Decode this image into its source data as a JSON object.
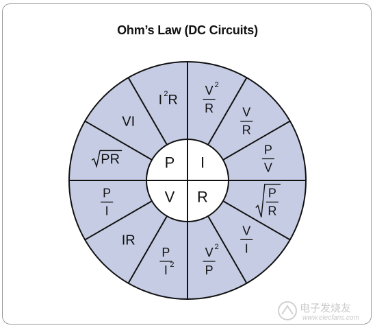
{
  "title": "Ohm’s Law (DC Circuits)",
  "colors": {
    "segment_fill": "#c5cce3",
    "center_fill": "#ffffff",
    "line": "#111111",
    "watermark": "#c9c9c9"
  },
  "center": {
    "P": "P",
    "I": "I",
    "V": "V",
    "R": "R"
  },
  "segments": [
    {
      "id": "V2-over-R",
      "num": "V",
      "num_sup": "2",
      "den": "R"
    },
    {
      "id": "V-over-R",
      "num": "V",
      "den": "R"
    },
    {
      "id": "P-over-V",
      "num": "P",
      "den": "V"
    },
    {
      "id": "sqrt-P-over-R",
      "sqrt": true,
      "num": "P",
      "den": "R"
    },
    {
      "id": "V-over-I",
      "num": "V",
      "den": "I"
    },
    {
      "id": "V2-over-P",
      "num": "V",
      "num_sup": "2",
      "den": "P"
    },
    {
      "id": "P-over-I2",
      "num": "P",
      "den": "I",
      "den_sup": "2"
    },
    {
      "id": "IR",
      "text": "IR"
    },
    {
      "id": "P-over-I",
      "num": "P",
      "den": "I"
    },
    {
      "id": "sqrt-PR",
      "sqrt": true,
      "text": "PR"
    },
    {
      "id": "VI",
      "text": "VI"
    },
    {
      "id": "I2R",
      "text": "I",
      "text_sup": "2",
      "text_after": "R"
    }
  ],
  "watermark": {
    "text": "电子发烧友",
    "sub": "www.elecfans.com"
  }
}
